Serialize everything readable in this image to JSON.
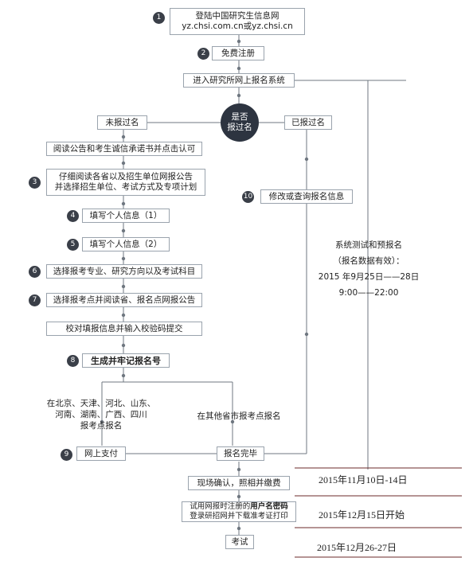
{
  "steps": {
    "s1_line1": "登陆中国研究生信息网",
    "s1_line2": "yz.chsi.com.cn或yz.chsi.cn",
    "s2": "免费注册",
    "s_enter": "进入研究所网上报名系统",
    "decision_l1": "是否",
    "decision_l2": "报过名",
    "not_registered": "未报过名",
    "registered": "已报过名",
    "read_notice": "阅读公告和考生诚信承诺书并点击认可",
    "s3_line1": "仔细阅读各省以及招生单位网报公告",
    "s3_line2": "并选择招生单位、考试方式及专项计划",
    "s4": "填写个人信息（1）",
    "s5": "填写个人信息（2）",
    "s6": "选择报考专业、研究方向以及考试科目",
    "s7": "选择报考点并阅读省、报名点网报公告",
    "check_submit": "校对填报信息并输入校验码提交",
    "s8": "生成并牢记报名号",
    "s10": "修改或查询报名信息",
    "region_a_l1": "在北京、天津、河北、山东、",
    "region_a_l2": "河南、湖南、广西、四川",
    "region_a_l3": "报考点报名",
    "region_b": "在其他省市报考点报名",
    "s9": "网上支付",
    "done": "报名完毕",
    "confirm": "现场确认，照相并缴费",
    "print_l1_a": "试用网报时注册的",
    "print_l1_b": "用户名密码",
    "print_l2": "登录研招网并下载准考证打印",
    "exam": "考试"
  },
  "badges": [
    "1",
    "2",
    "3",
    "4",
    "5",
    "6",
    "7",
    "8",
    "9",
    "10"
  ],
  "side_note": {
    "line1": "系统测试和预报名",
    "line2": "（报名数据有效）：",
    "line3": "2015 年9月25日——28日",
    "line4": "9:00——22:00"
  },
  "timeline": {
    "t1": "2015年11月10日-14日",
    "t2": "2015年12月15日开始",
    "t3": "2015年12月26-27日"
  },
  "colors": {
    "line": "#6f7780",
    "box_border": "#9aa3ad",
    "badge": "#3a3f48",
    "decision": "#2d3440",
    "timeline_rule": "#6b2a2a"
  }
}
